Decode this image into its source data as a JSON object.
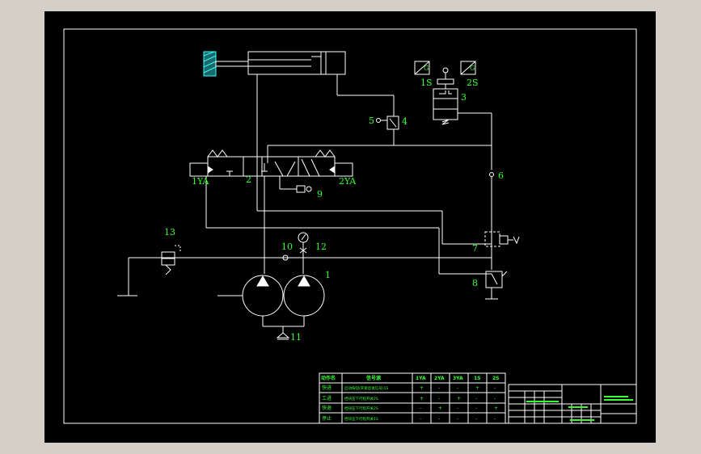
{
  "colors": {
    "background": "#000000",
    "lines": "#ffffff",
    "labels": "#35ff35",
    "frame_gray": "#d4d0c8"
  },
  "labels": {
    "l1": "1",
    "l2": "2",
    "l3": "3",
    "l4": "4",
    "l5": "5",
    "l6": "6",
    "l7": "7",
    "l8": "8",
    "l9": "9",
    "l10": "10",
    "l11": "11",
    "l12": "12",
    "l13": "13",
    "s1": "1S",
    "s2": "2S",
    "v1ya": "1YA",
    "v2ya": "2YA"
  },
  "sensor_symbol": "G",
  "table": {
    "headers": [
      "动作名",
      "信号源",
      "1YA",
      "2YA",
      "3YA",
      "1S",
      "2S"
    ],
    "rows": [
      {
        "name": "快进",
        "source": "启动按钮(夹紧后发信号)1S",
        "cells": [
          "+",
          "-",
          "-",
          "+",
          "-"
        ]
      },
      {
        "name": "工进",
        "source": "挡块压下行程开关2S",
        "cells": [
          "+",
          "-",
          "+",
          "-",
          "-"
        ]
      },
      {
        "name": "快退",
        "source": "挡块压下行程开关2S",
        "cells": [
          "-",
          "+",
          "-",
          "-",
          "+"
        ]
      },
      {
        "name": "停止",
        "source": "挡块压下行程开关1S",
        "cells": [
          "-",
          "-",
          "-",
          "-",
          "-"
        ]
      }
    ]
  }
}
